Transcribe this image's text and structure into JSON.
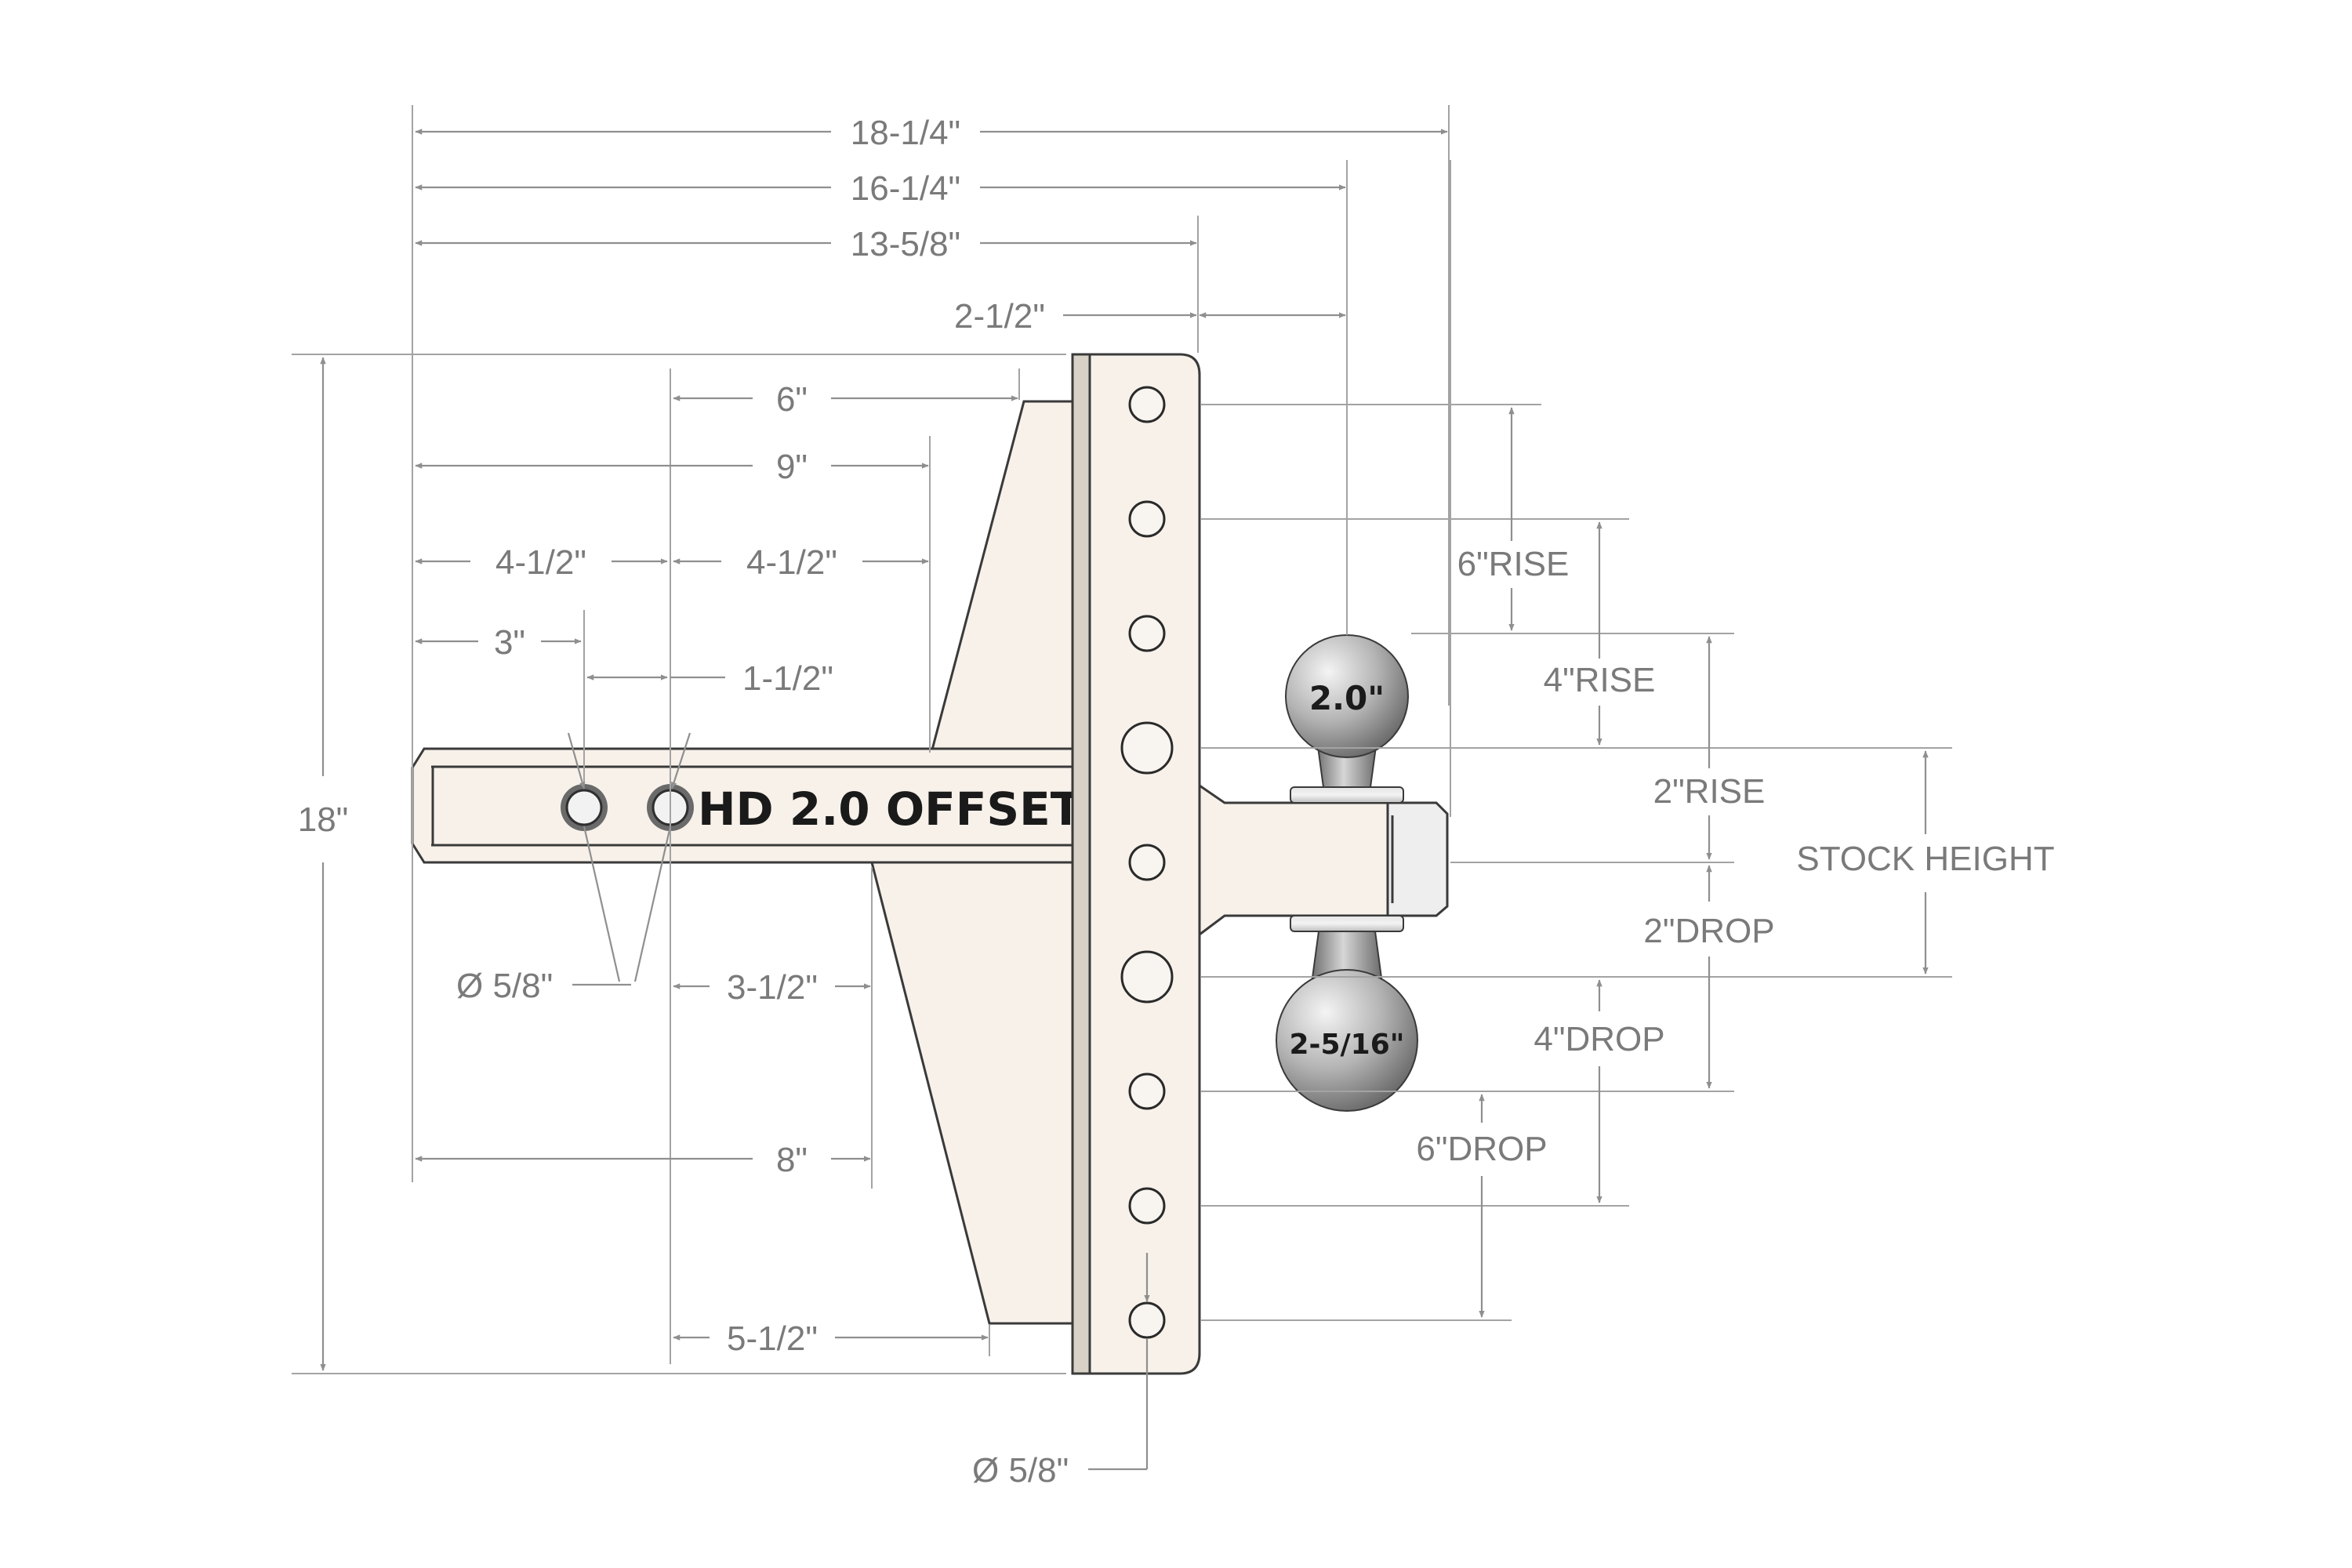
{
  "part_label": "HD 2.0 OFFSET",
  "balls": {
    "top": "2.0\"",
    "bottom": "2-5/16\""
  },
  "horizontal_dimensions": {
    "overall": "18-1/4\"",
    "to_ball_center": "16-1/4\"",
    "to_riser_face": "13-5/8\"",
    "face_to_ball": "2-1/2\"",
    "six": "6\"",
    "nine": "9\"",
    "four_half_left": "4-1/2\"",
    "four_half_right": "4-1/2\"",
    "three": "3\"",
    "one_half": "1-1/2\"",
    "three_half": "3-1/2\"",
    "eight": "8\"",
    "five_half": "5-1/2\""
  },
  "vertical_dimensions": {
    "overall_height": "18\"",
    "rise_6": "6\"RISE",
    "rise_4": "4\"RISE",
    "rise_2": "2\"RISE",
    "stock_height": "STOCK HEIGHT",
    "drop_2": "2\"DROP",
    "drop_4": "4\"DROP",
    "drop_6": "6\"DROP"
  },
  "hole_callouts": {
    "shank_holes": "Ø 5/8\"",
    "riser_holes": "Ø 5/8\""
  },
  "colors": {
    "part_fill": "#f7f1ea",
    "outline": "#3a3a3a",
    "dimension": "#8f8f8f",
    "ball_light": "#e2e2e2",
    "ball_dark": "#6e6e6e"
  }
}
